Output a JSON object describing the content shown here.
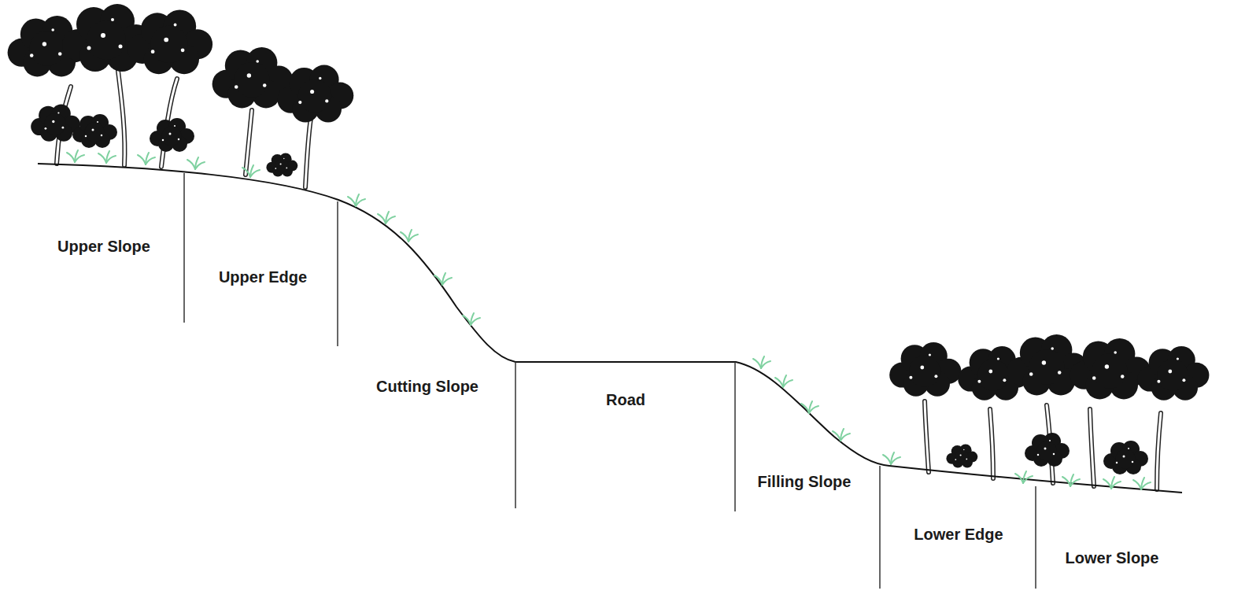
{
  "diagram": {
    "labels": [
      "Upper Slope",
      "Upper Edge",
      "Cutting Slope",
      "Road",
      "Filling Slope",
      "Lower Edge",
      "Lower Slope"
    ]
  }
}
